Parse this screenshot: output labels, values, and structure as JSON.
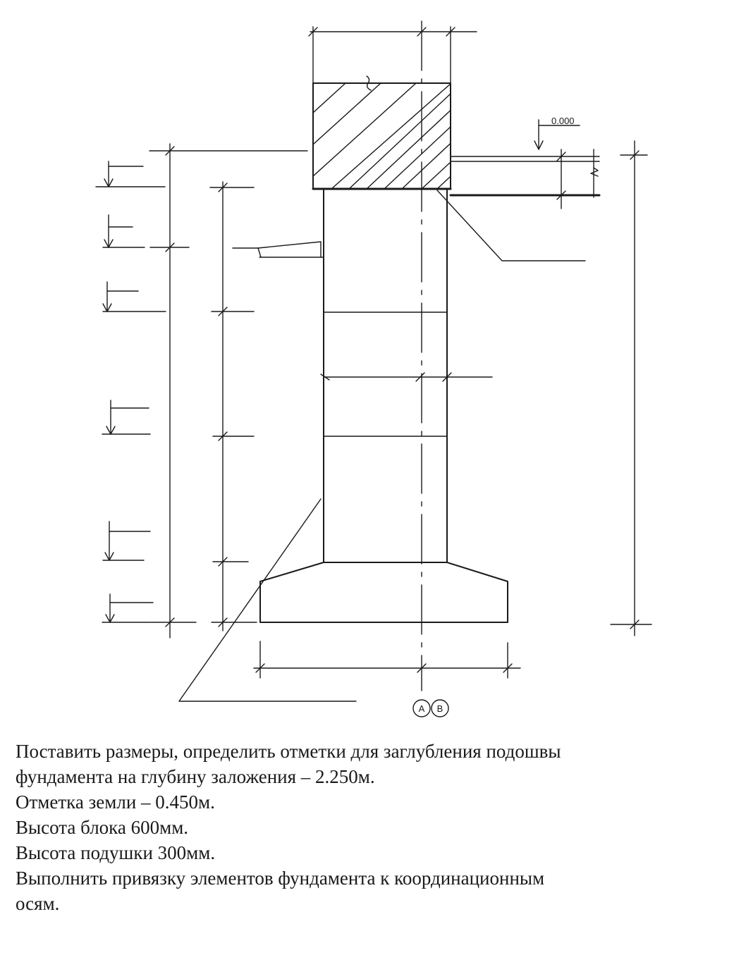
{
  "drawing": {
    "elevation_mark_label": "0.000",
    "axis_labels": [
      "A",
      "B"
    ]
  },
  "task_lines": [
    "Поставить размеры, определить отметки для заглубления подошвы",
    "фундамента на глубину заложения – 2.250м.",
    "Отметка земли – 0.450м.",
    "Высота блока 600мм.",
    "Высота подушки 300мм.",
    "Выполнить привязку элементов фундамента к координационным",
    "осям."
  ]
}
